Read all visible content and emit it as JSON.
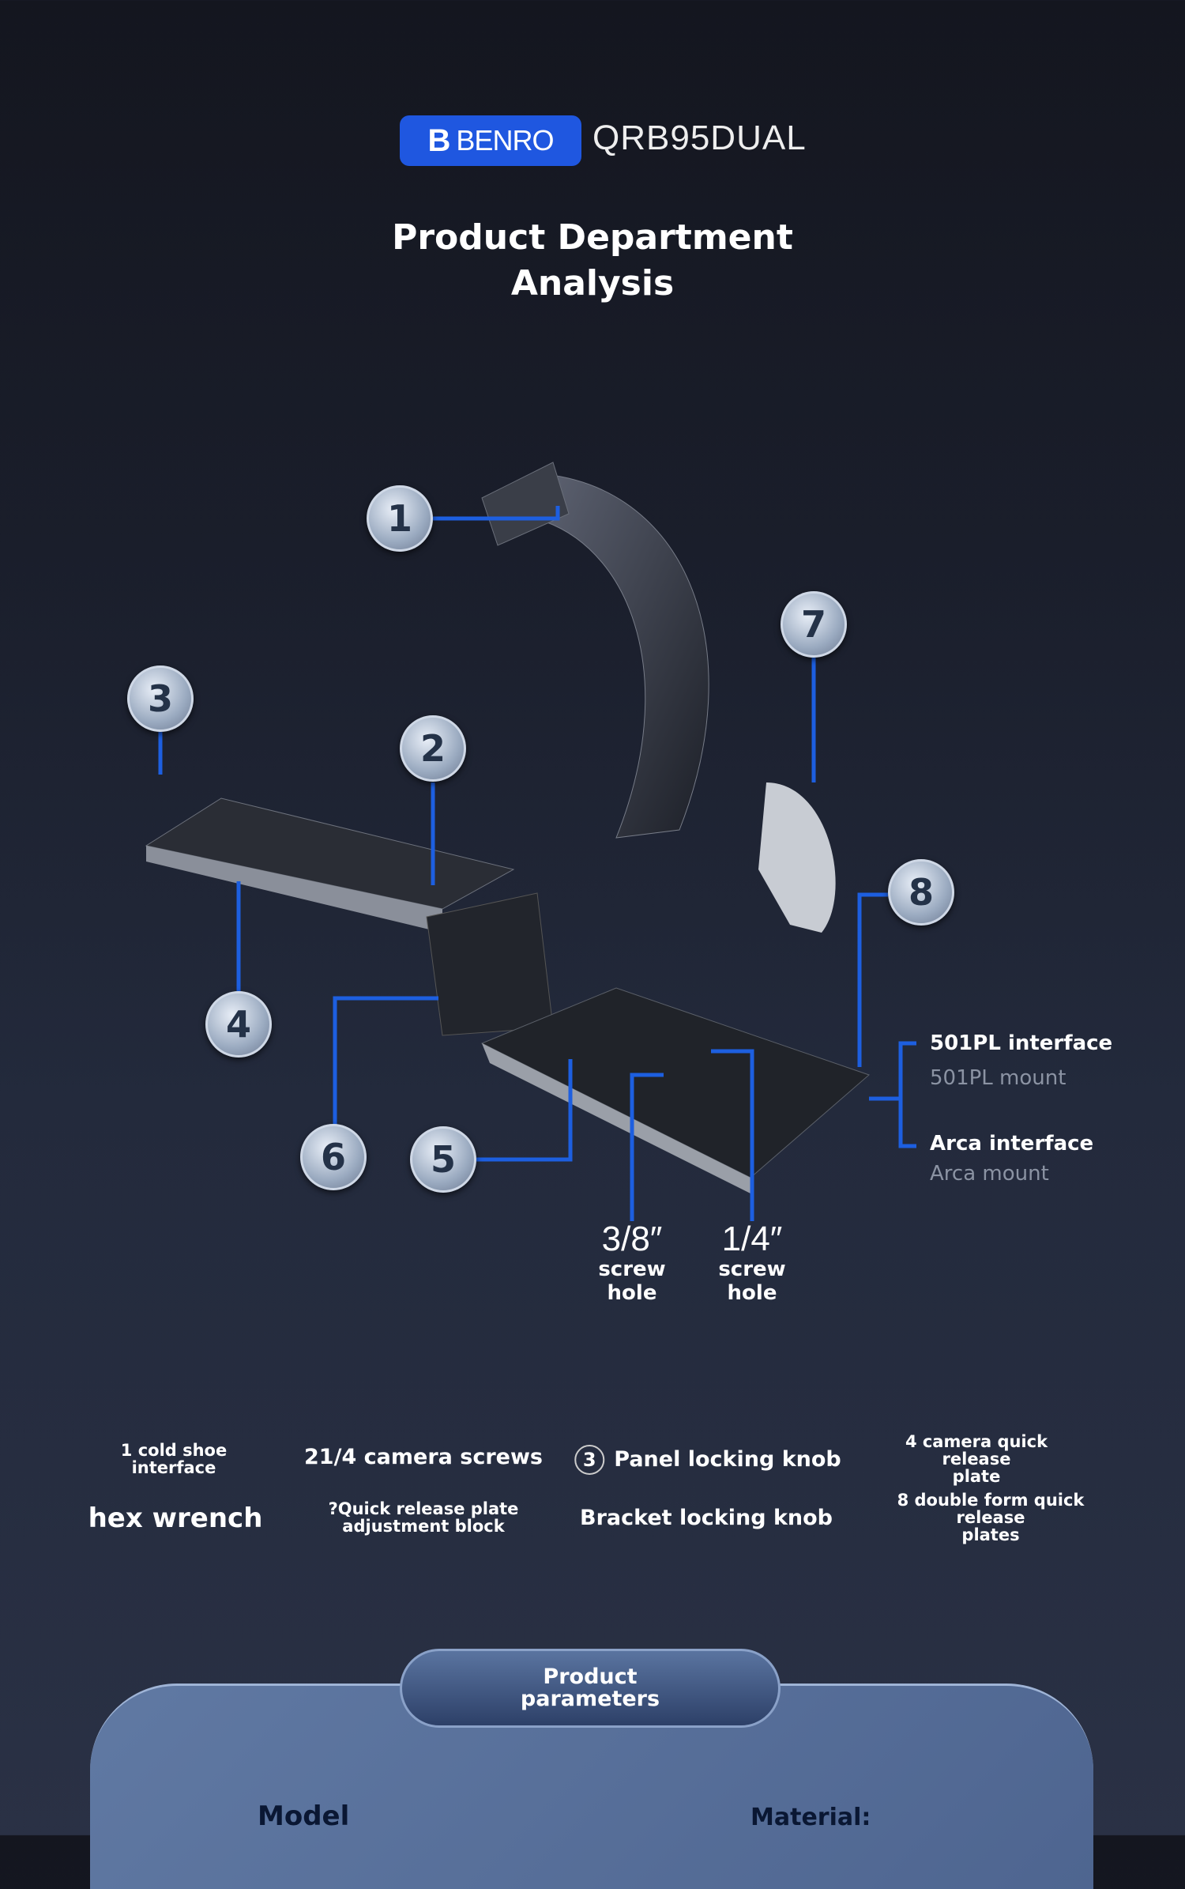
{
  "header": {
    "brand": "BENRO",
    "model": "QRB95DUAL",
    "title_line1": "Product Department",
    "title_line2": "Analysis"
  },
  "callouts": [
    "1",
    "2",
    "3",
    "4",
    "5",
    "6",
    "7",
    "8"
  ],
  "interfaces": {
    "pl_interface": "501PL interface",
    "pl_mount": "501PL mount",
    "arca_interface": "Arca interface",
    "arca_mount": "Arca mount"
  },
  "holes": [
    {
      "size": "3/8″",
      "l1": "screw",
      "l2": "hole"
    },
    {
      "size": "1/4″",
      "l1": "screw",
      "l2": "hole"
    }
  ],
  "features": [
    "1 cold shoe\ninterface",
    "21/4 camera screws",
    "Panel locking knob",
    "4 camera quick release\nplate",
    "hex wrench",
    "?Quick release plate\nadjustment block",
    "Bracket locking knob",
    "8 double form quick release\nplates"
  ],
  "feature_badge": "3",
  "params": {
    "tab": "Product\nparameters",
    "model_label": "Model",
    "material_label": "Material:"
  },
  "colors": {
    "accent": "#1f57e0",
    "line": "#1d5fe0"
  }
}
